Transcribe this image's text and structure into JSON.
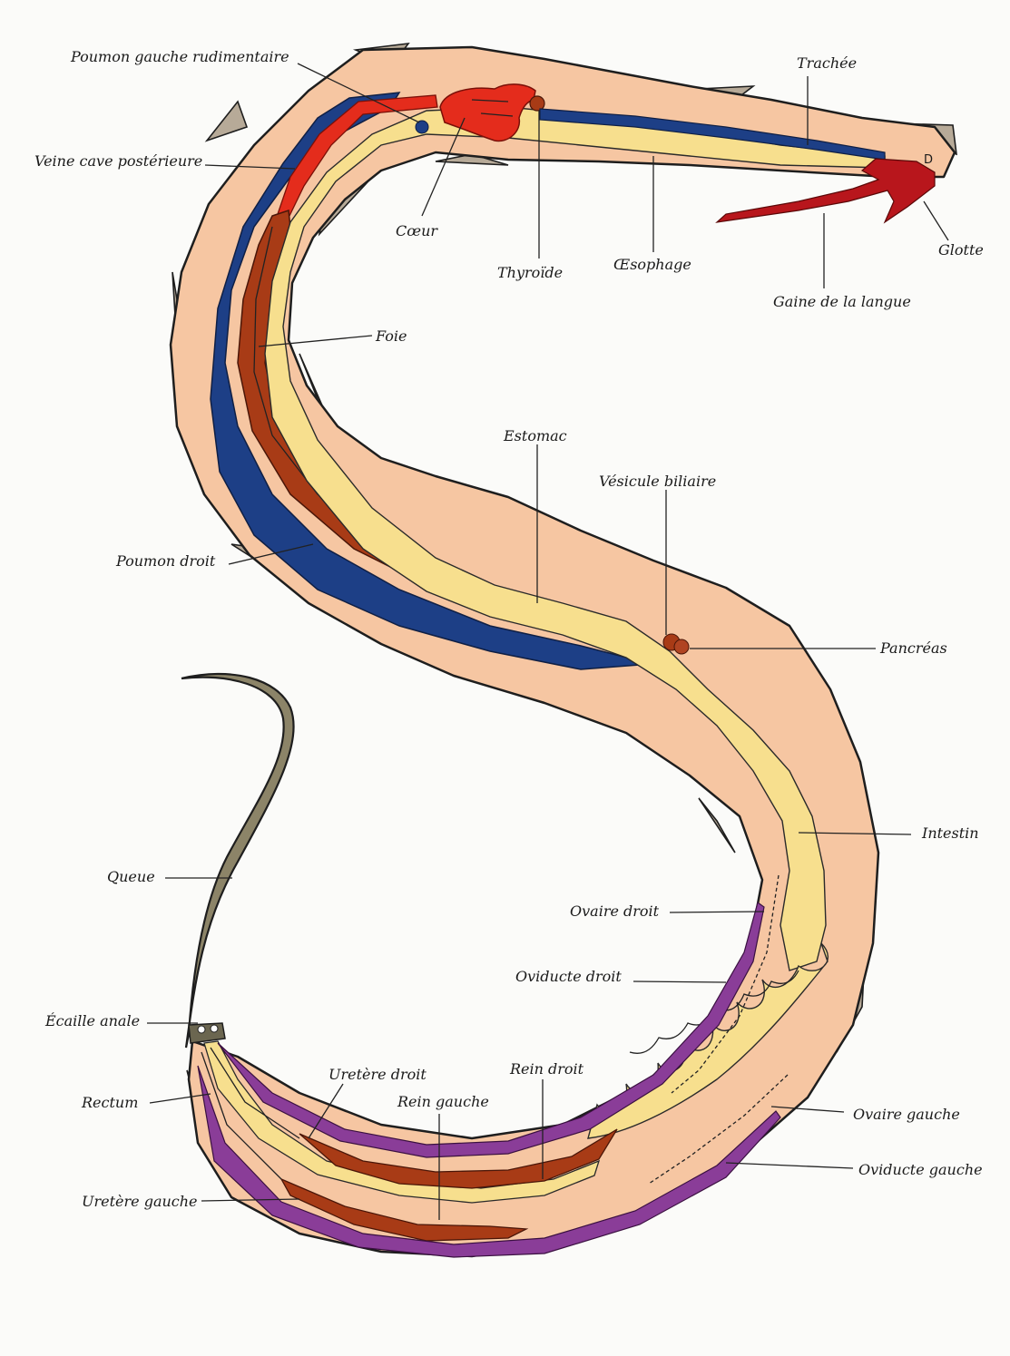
{
  "labels": {
    "poumon_gauche": "Poumon gauche rudimentaire",
    "veine_cave": "Veine cave postérieure",
    "coeur": "Cœur",
    "thyroide": "Thyroïde",
    "oesophage": "Œsophage",
    "trachee": "Trachée",
    "glotte": "Glotte",
    "gaine": "Gaine de la langue",
    "foie": "Foie",
    "estomac": "Estomac",
    "vesicule": "Vésicule biliaire",
    "poumon_droit": "Poumon droit",
    "pancreas": "Pancréas",
    "intestin": "Intestin",
    "queue": "Queue",
    "ovaire_droit": "Ovaire droit",
    "oviducte_droit": "Oviducte droit",
    "ecaille": "Écaille anale",
    "uretere_droit": "Uretère droit",
    "rein_droit": "Rein droit",
    "rectum": "Rectum",
    "rein_gauche": "Rein gauche",
    "ovaire_gauche": "Ovaire gauche",
    "oviducte_gauche": "Oviducte gauche",
    "uretere_gauche": "Uretère gauche",
    "head_letter": "D"
  },
  "colors": {
    "body": "#f6c6a2",
    "outline": "#1e1e1e",
    "scale_shadow": "#b7aa98",
    "lung_blue": "#1d3f86",
    "liver": "#a83b16",
    "heart": "#e42c1c",
    "digestive": "#f7df8e",
    "tongue": "#b8161c",
    "oviduct": "#8a3d98",
    "tail": "#8c8468"
  }
}
